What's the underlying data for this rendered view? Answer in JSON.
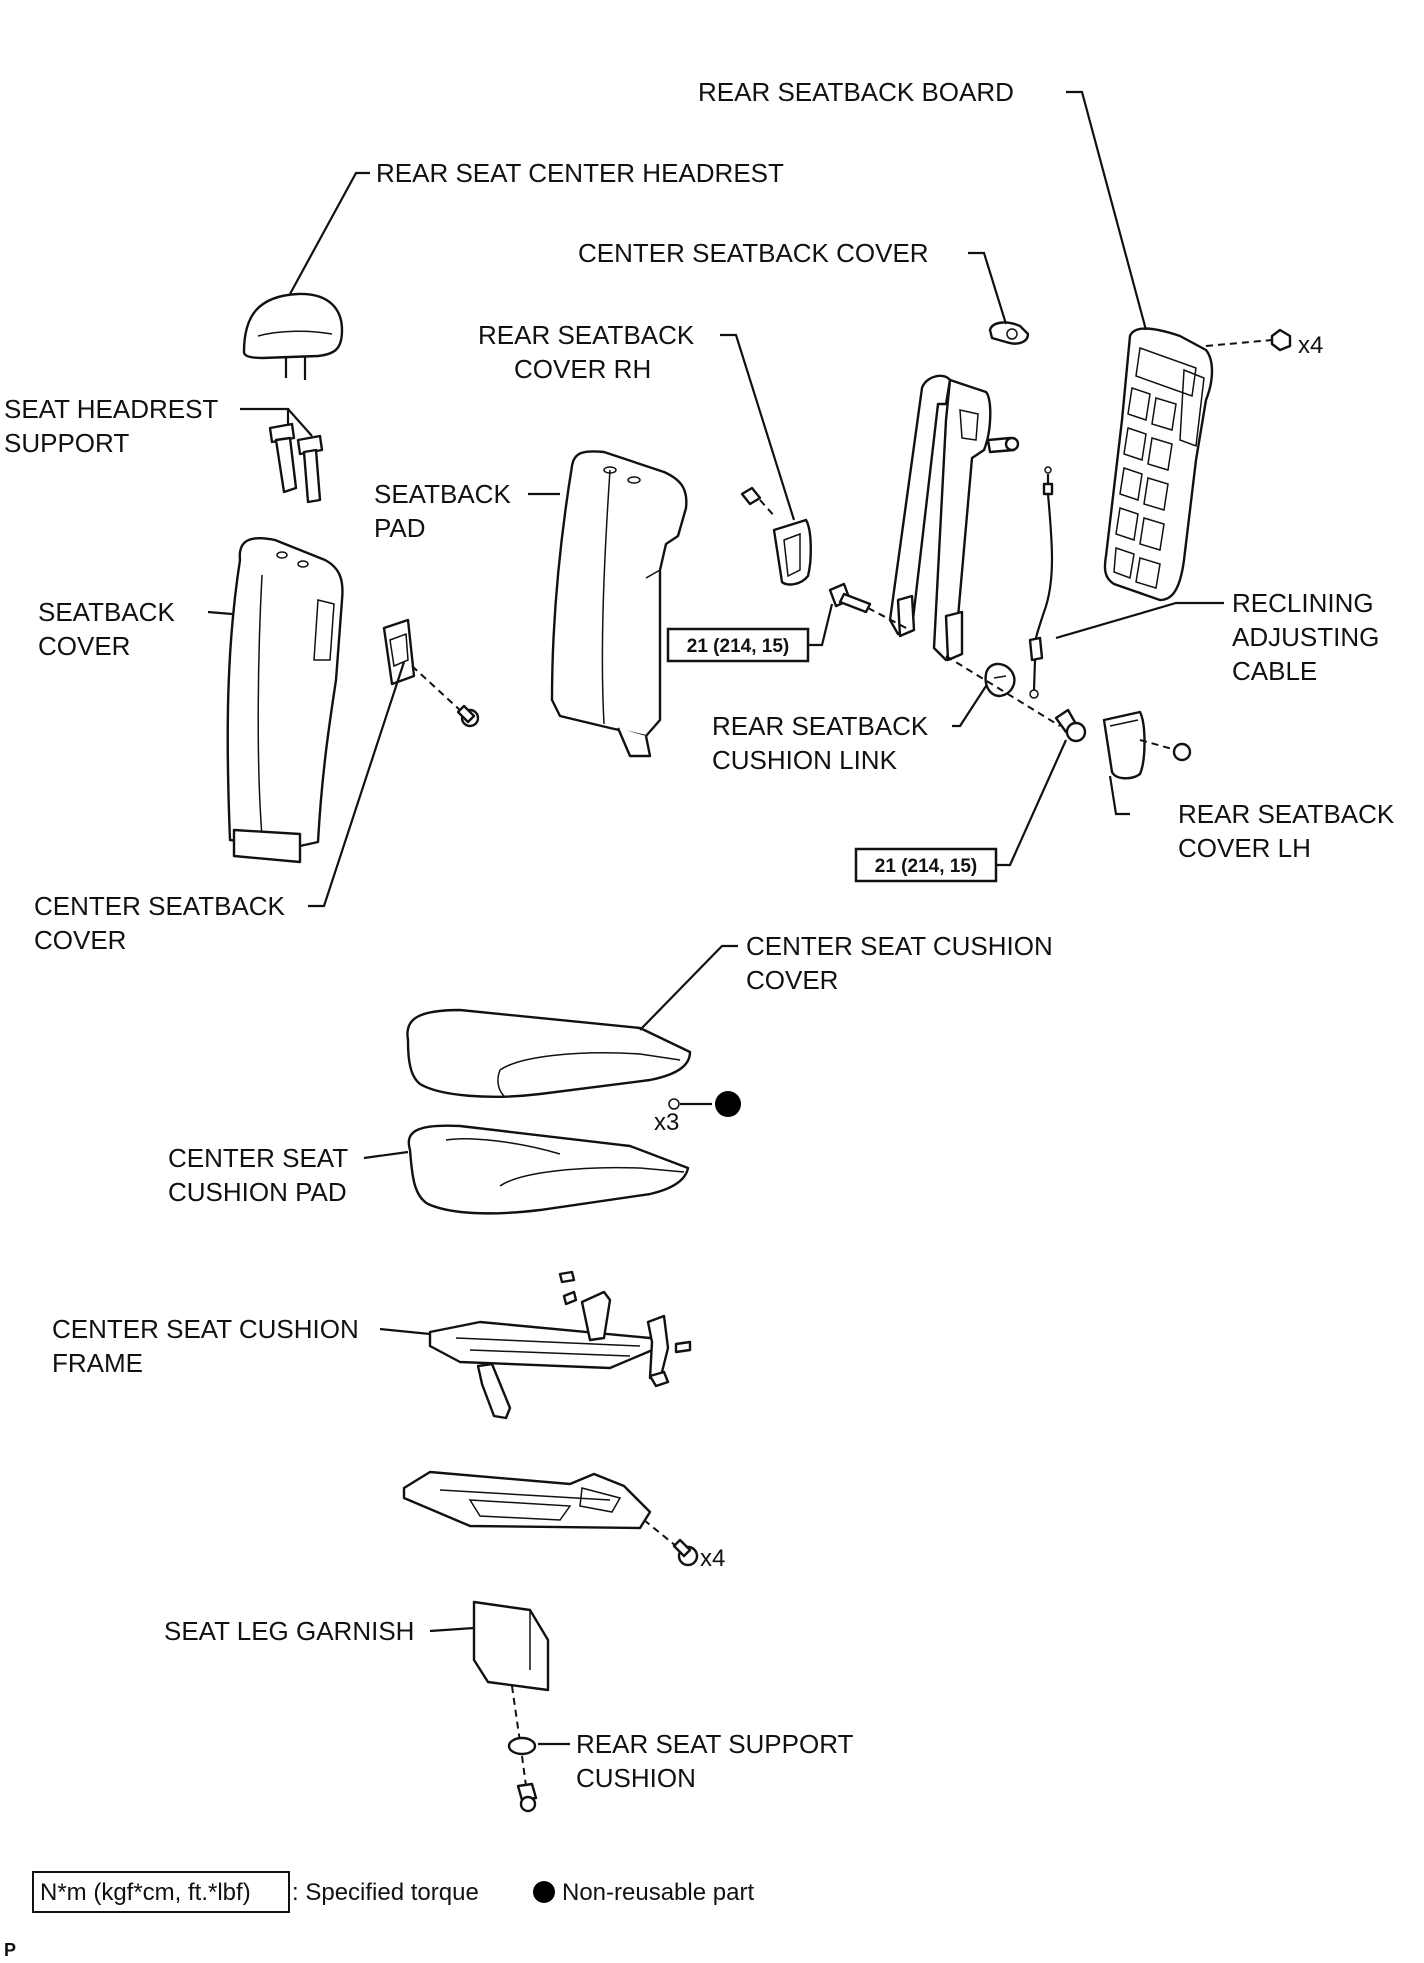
{
  "labels": {
    "rear_seatback_board": "REAR SEATBACK BOARD",
    "rear_seat_center_headrest": "REAR SEAT CENTER HEADREST",
    "center_seatback_cover_top": "CENTER SEATBACK COVER",
    "rear_seatback_cover_rh_1": "REAR SEATBACK",
    "rear_seatback_cover_rh_2": "COVER RH",
    "seat_headrest_support_1": "SEAT HEADREST",
    "seat_headrest_support_2": "SUPPORT",
    "seatback_pad_1": "SEATBACK",
    "seatback_pad_2": "PAD",
    "seatback_cover_1": "SEATBACK",
    "seatback_cover_2": "COVER",
    "reclining_cable_1": "RECLINING",
    "reclining_cable_2": "ADJUSTING",
    "reclining_cable_3": "CABLE",
    "cushion_link_1": "REAR SEATBACK",
    "cushion_link_2": "CUSHION LINK",
    "cover_lh_1": "REAR SEATBACK",
    "cover_lh_2": "COVER LH",
    "center_seatback_cover_left_1": "CENTER SEATBACK",
    "center_seatback_cover_left_2": "COVER",
    "cushion_cover_1": "CENTER SEAT CUSHION",
    "cushion_cover_2": "COVER",
    "cushion_pad_1": "CENTER SEAT",
    "cushion_pad_2": "CUSHION PAD",
    "cushion_frame_1": "CENTER SEAT CUSHION",
    "cushion_frame_2": "FRAME",
    "seat_leg_garnish": "SEAT LEG GARNISH",
    "support_cushion_1": "REAR SEAT SUPPORT",
    "support_cushion_2": "CUSHION"
  },
  "quantities": {
    "board_bolts": "x4",
    "hog_rings": "x3",
    "frame_bolts": "x4"
  },
  "torque": {
    "upper": "21 (214, 15)",
    "lower": "21 (214, 15)"
  },
  "legend": {
    "torque_box": "N*m (kgf*cm, ft.*lbf)",
    "torque_text": ": Specified torque",
    "nonreusable_text": "Non-reusable part"
  },
  "footer_code": "P"
}
